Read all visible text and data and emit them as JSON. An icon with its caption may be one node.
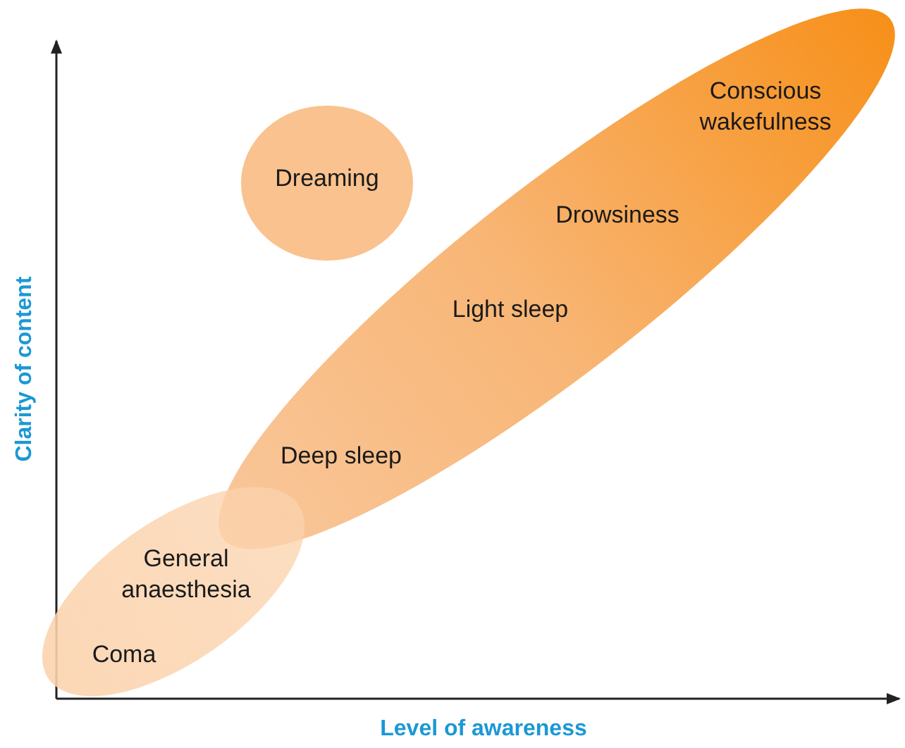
{
  "diagram": {
    "nodes": [
      {
        "text": [
          "Dreaming"
        ]
      },
      {
        "text": [
          "Conscious wakefulness",
          "Drowsiness",
          "Light sleep",
          "Deep sleep"
        ]
      },
      {
        "text": [
          "General anaesthesia",
          "Coma"
        ]
      }
    ],
    "labels": [
      "Clarity of content",
      "Level of awareness"
    ]
  }
}
